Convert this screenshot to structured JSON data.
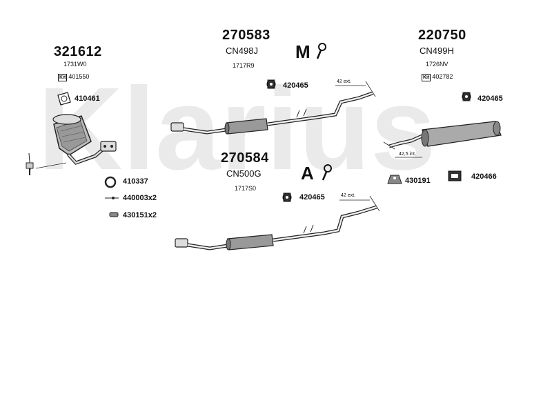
{
  "brand": {
    "watermark_text": "Klarius",
    "watermark_color": "#d9d9d9"
  },
  "sections": {
    "s321612": {
      "number": "321612",
      "code": "1731W0",
      "kit": "401550",
      "kit_label": "Kit"
    },
    "s270583": {
      "number": "270583",
      "code": "CN498J",
      "subcode": "1717R9",
      "badge": "M"
    },
    "s220750": {
      "number": "220750",
      "code": "CN499H",
      "subcode": "1726NV",
      "kit": "402782",
      "kit_label": "Kit"
    },
    "s270584": {
      "number": "270584",
      "code": "CN500G",
      "subcode": "1717S0",
      "badge": "A"
    }
  },
  "parts": {
    "p410461": "410461",
    "p410337": "410337",
    "p440003": "440003x2",
    "p430151": "430151x2",
    "p420465_top": "420465",
    "p420465_right": "420465",
    "p420465_bottom": "420465",
    "p430191": "430191",
    "p420466": "420466"
  },
  "dimensions": {
    "ext_top": "42 ext.",
    "int_right": "42,5 int.",
    "ext_bottom": "42 ext."
  },
  "icons": [
    "oxygen-sensor-icon",
    "gasket-ring-icon",
    "clamp-icon",
    "rubber-mount-icon",
    "bolt-icon",
    "spring-icon",
    "wrench-icon"
  ]
}
